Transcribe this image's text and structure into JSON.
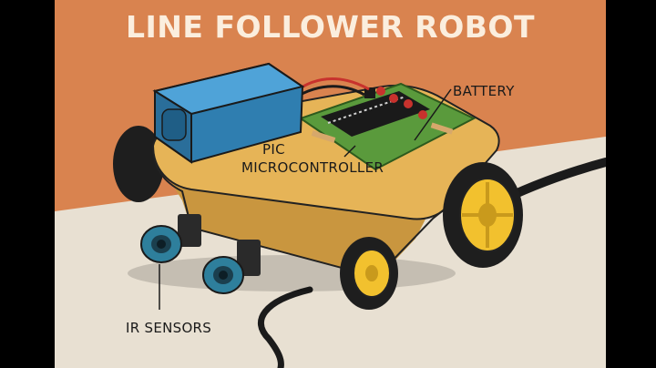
{
  "title": "LINE FOLLOWER ROBOT",
  "labels": {
    "battery": "BATTERY",
    "pic_line1": "PIC",
    "pic_line2": "MICROCONTROLLER",
    "ir_sensors": "IR SENSORS"
  },
  "colors": {
    "background_orange": "#d9834f",
    "floor": "#e8e0d2",
    "chassis": "#e6b457",
    "battery": "#3a8fc4",
    "pcb": "#5a9a3c",
    "wheel_hub": "#f2c12e",
    "tire": "#1e1e1e",
    "sensor": "#2e7f9c"
  }
}
